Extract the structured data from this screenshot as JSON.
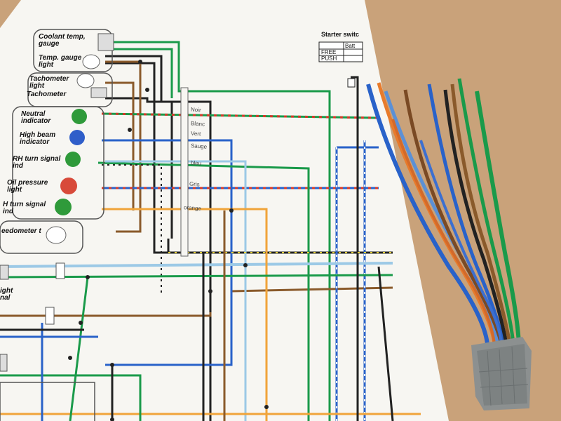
{
  "scene": {
    "description_colors": {
      "background": "#c9a27a",
      "paper": "#f7f6f2",
      "wire_green": "#1a9a4a",
      "wire_blue": "#2962c9",
      "wire_black": "#222222",
      "wire_brown": "#8a5a2b",
      "wire_orange": "#f0a43a",
      "wire_lightblue": "#9cc9e6",
      "wire_red": "#d23a2a",
      "wire_yellow": "#e8d23a",
      "connector": "#8c9090"
    }
  },
  "diagram": {
    "labels": {
      "coolant_temp_gauge": "Coolant temp, gauge",
      "temp_gauge_light": "Temp. gauge light",
      "tachometer_light": "Tachometer light",
      "tachometer": "Tachometer",
      "neutral_indicator": "Neutral indicator",
      "high_beam_indicator": "High beam indicator",
      "rh_turn_signal_ind": "RH turn signal ind",
      "oil_pressure_light": "Oil pressure light",
      "lh_turn_signal_ind": "H turn signal ind",
      "speedometer_light": "eedometer t",
      "left_light_signal": "ight nal"
    },
    "handwritten": {
      "noir": "Noir",
      "blanc": "Blanc",
      "vert": "Vert",
      "sauge": "Sauge",
      "bleu": "bleu",
      "gris": "Gris",
      "orange": "orange"
    },
    "starter_switch": {
      "title": "Starter switc",
      "col_header": "Batt",
      "rows": [
        "FREE",
        "PUSH"
      ]
    }
  }
}
